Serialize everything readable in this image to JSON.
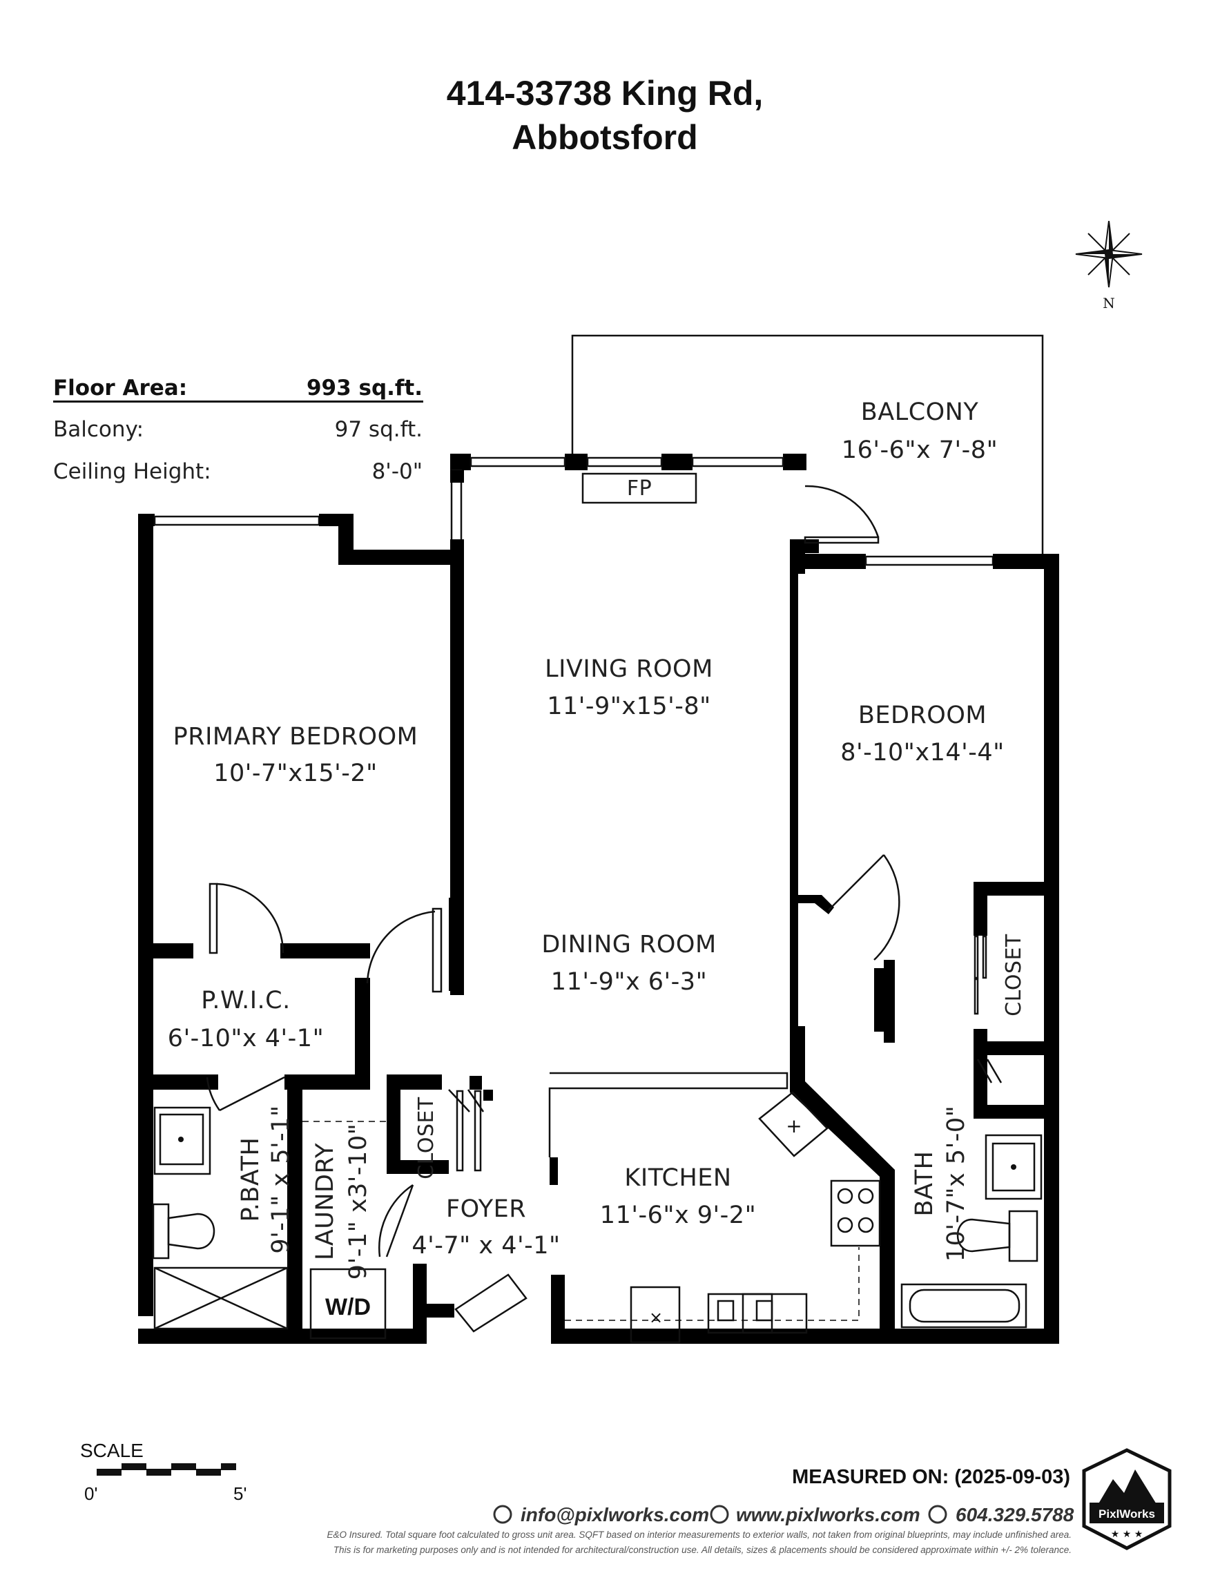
{
  "header": {
    "address_line1": "414-33738 King Rd,",
    "address_line2": "Abbotsford"
  },
  "compass": {
    "label": "N"
  },
  "area_info": {
    "floor_area_label": "Floor Area:",
    "floor_area_value": "993 sq.ft.",
    "balcony_label": "Balcony:",
    "balcony_value": "97 sq.ft.",
    "ceiling_label": "Ceiling Height:",
    "ceiling_value": "8'-0\""
  },
  "rooms": {
    "balcony": {
      "name": "BALCONY",
      "dims": "16'-6\"x 7'-8\""
    },
    "fireplace": {
      "name": "FP"
    },
    "living": {
      "name": "LIVING ROOM",
      "dims": "11'-9\"x15'-8\""
    },
    "bedroom": {
      "name": "BEDROOM",
      "dims": "8'-10\"x14'-4\""
    },
    "primary_bedroom": {
      "name": "PRIMARY BEDROOM",
      "dims": "10'-7\"x15'-2\""
    },
    "dining": {
      "name": "DINING ROOM",
      "dims": "11'-9\"x 6'-3\""
    },
    "closet_right": {
      "name": "CLOSET"
    },
    "pwic": {
      "name": "P.W.I.C.",
      "dims": "6'-10\"x 4'-1\""
    },
    "closet_foyer": {
      "name": "CLOSET"
    },
    "kitchen": {
      "name": "KITCHEN",
      "dims": "11'-6\"x 9'-2\""
    },
    "p_bath": {
      "name": "P.BATH",
      "dims": "9'-1\" x 5'-1\""
    },
    "laundry": {
      "name": "LAUNDRY",
      "dims": "9'-1\" x3'-10\""
    },
    "foyer": {
      "name": "FOYER",
      "dims": "4'-7\" x 4'-1\""
    },
    "bath": {
      "name": "BATH",
      "dims": "10'-7\"x 5'-0\""
    },
    "washer_dryer": {
      "name": "W/D"
    }
  },
  "scale": {
    "label": "SCALE",
    "min": "0'",
    "max": "5'"
  },
  "footer": {
    "measured_on": "MEASURED ON: (2025-09-03)",
    "email": "info@pixlworks.com",
    "website": "www.pixlworks.com",
    "phone": "604.329.5788",
    "disclaimer_line1": "E&O Insured.  Total square foot calculated to gross unit area. SQFT based on interior measurements to exterior walls, not taken from original blueprints, may include unfinished area.",
    "disclaimer_line2": "This is for marketing purposes only and is not intended for architectural/construction use.  All details, sizes & placements should be considered approximate within +/- 2%  tolerance.",
    "logo_text": "PixlWorks"
  }
}
